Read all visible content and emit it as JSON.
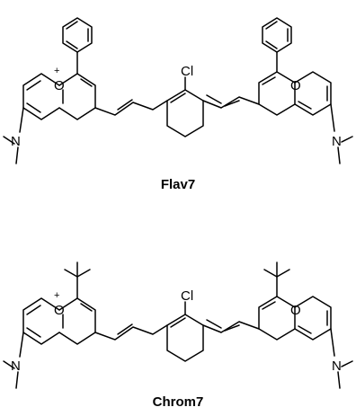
{
  "figure": {
    "molecules": [
      {
        "name": "Flav7",
        "atom_labels": {
          "cl": "Cl",
          "o_left": "O",
          "o_right": "O",
          "n_left": "N",
          "n_right": "N",
          "charge": "+"
        },
        "end_group": "phenyl"
      },
      {
        "name": "Chrom7",
        "atom_labels": {
          "cl": "Cl",
          "o_left": "O",
          "o_right": "O",
          "n_left": "N",
          "n_right": "N",
          "charge": "+"
        },
        "end_group": "tert-butyl"
      }
    ]
  }
}
